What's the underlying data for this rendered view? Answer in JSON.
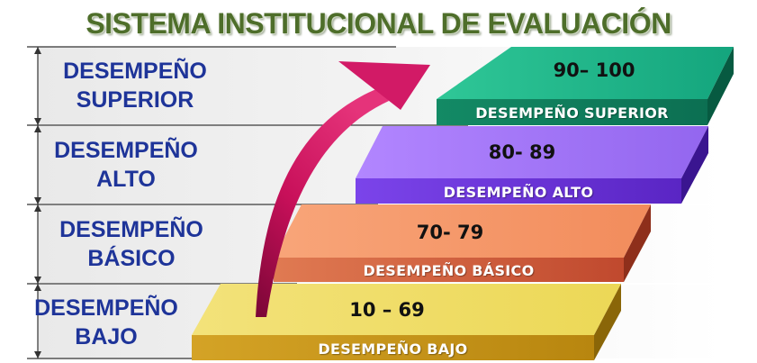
{
  "title": "SISTEMA INSTITUCIONAL DE EVALUACIÓN",
  "levels": [
    {
      "line1": "DESEMPEÑO",
      "line2": "SUPERIOR",
      "range": "90– 100",
      "name": "DESEMPEÑO SUPERIOR",
      "color": "#1aa37a"
    },
    {
      "line1": "DESEMPEÑO",
      "line2": "ALTO",
      "range": "80- 89",
      "name": "DESEMPEÑO ALTO",
      "color": "#9c6cf0"
    },
    {
      "line1": "DESEMPEÑO",
      "line2": "BÁSICO",
      "range": "70- 79",
      "name": "DESEMPEÑO BÁSICO",
      "color": "#f2a06b"
    },
    {
      "line1": "DESEMPEÑO",
      "line2": "BAJO",
      "range": "10 – 69",
      "name": "DESEMPEÑO BAJO",
      "color": "#efdd6a"
    }
  ],
  "arrow_color": "#c8105a"
}
